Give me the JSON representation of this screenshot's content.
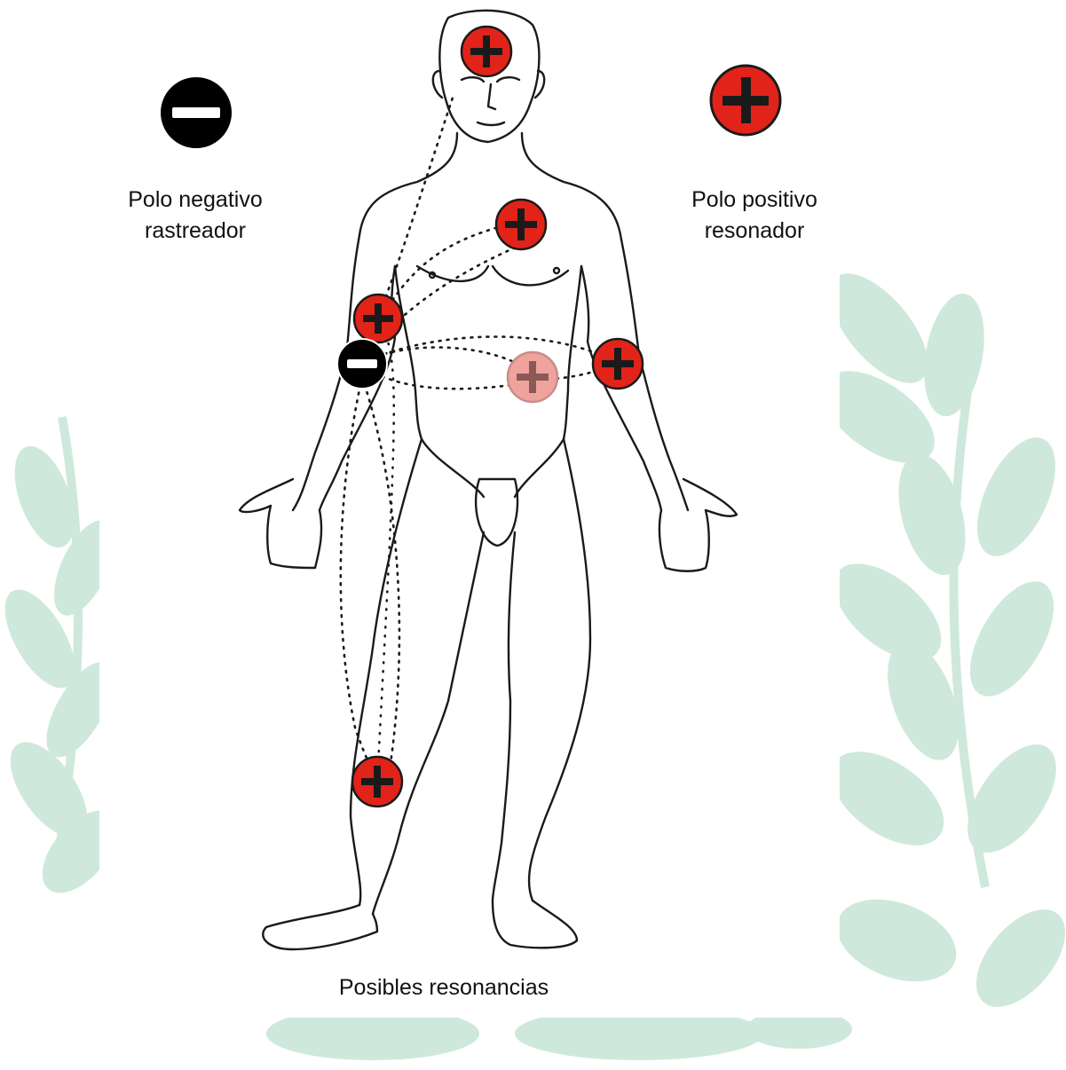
{
  "legend": {
    "negative": {
      "line1": "Polo negativo",
      "line2": "rastreador"
    },
    "positive": {
      "line1": "Polo positivo",
      "line2": "resonador"
    }
  },
  "caption": "Posibles resonancias",
  "colors": {
    "positive_pole": "#e2231a",
    "negative_pole": "#000000",
    "leaf": "#cfe8dc",
    "outline": "#1a1a1a",
    "faded_pole": "#f0a39d"
  },
  "icons": {
    "positive": "plus-pole-icon",
    "negative": "minus-pole-icon"
  }
}
